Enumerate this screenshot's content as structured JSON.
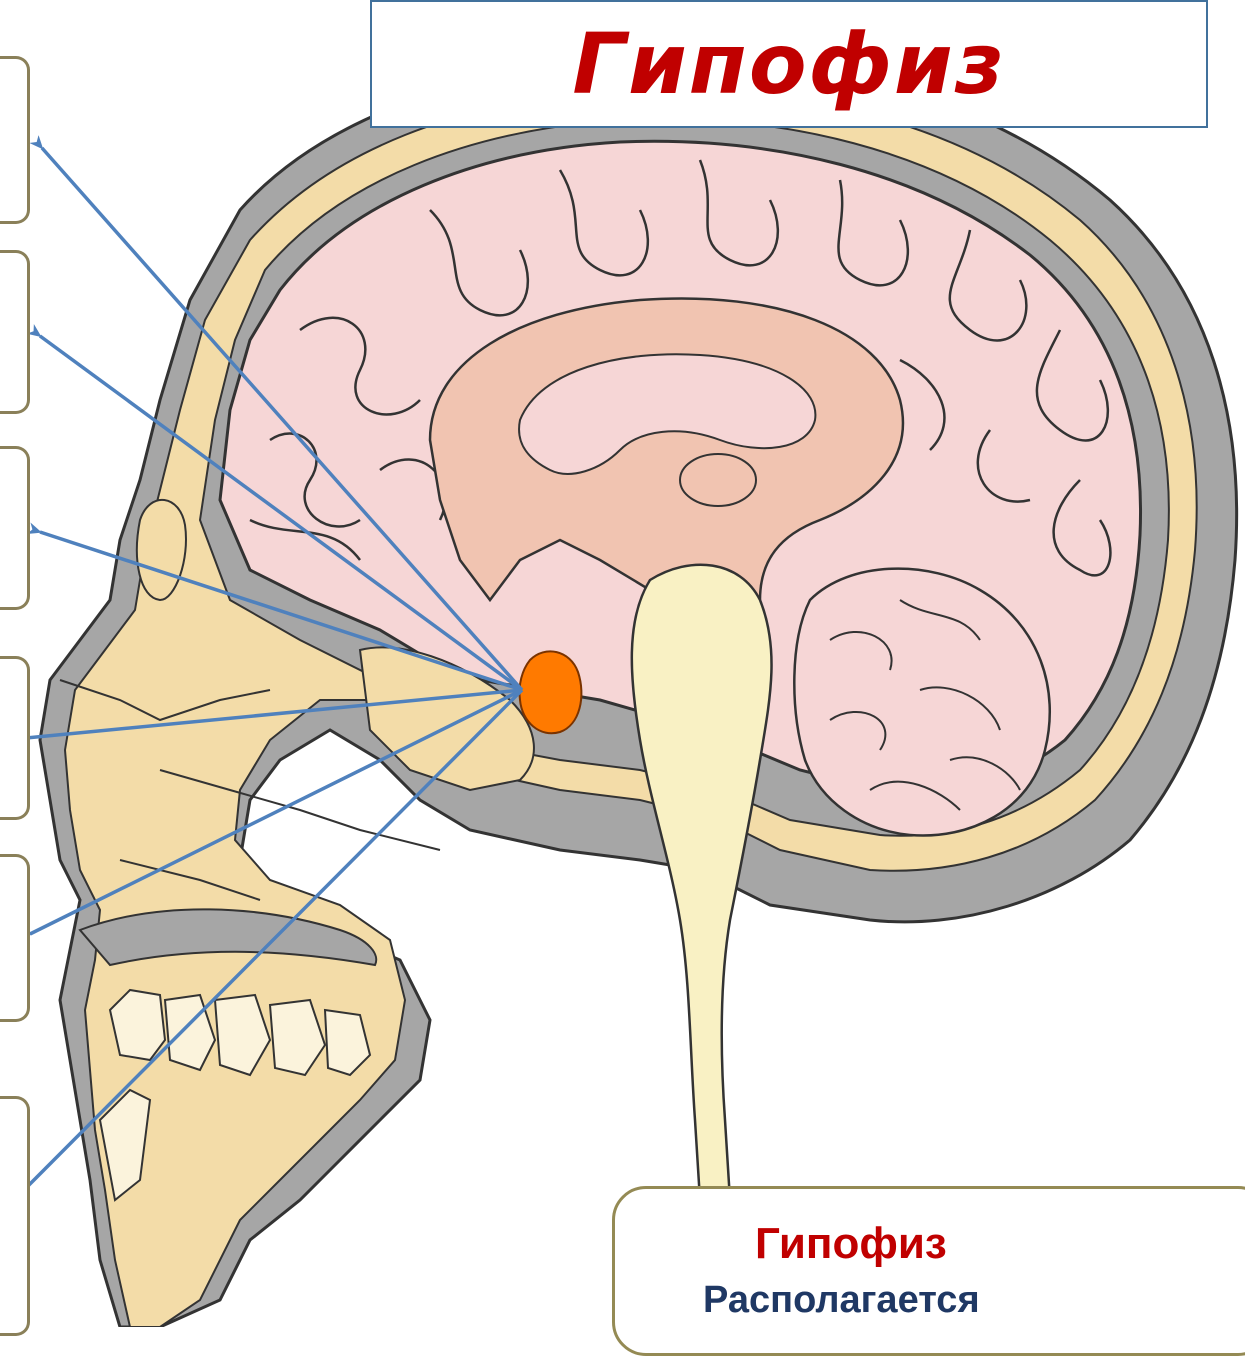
{
  "title": "Гипофиз",
  "info_box": {
    "heading": "Гипофиз",
    "text": "Располагается"
  },
  "colors": {
    "title_red": "#c00000",
    "title_border": "#41719c",
    "arrow_blue": "#4f81bd",
    "brain_pink": "#f6d6d6",
    "inner_brain": "#f1c4b1",
    "bone": "#f3dca8",
    "gray_space": "#a6a6a6",
    "pituitary_orange": "#ff7a00",
    "spinal_cord": "#f9f1c4",
    "label_border": "#8a8059"
  },
  "icons": [
    "pituitary-gland-icon",
    "arrow-icon"
  ]
}
